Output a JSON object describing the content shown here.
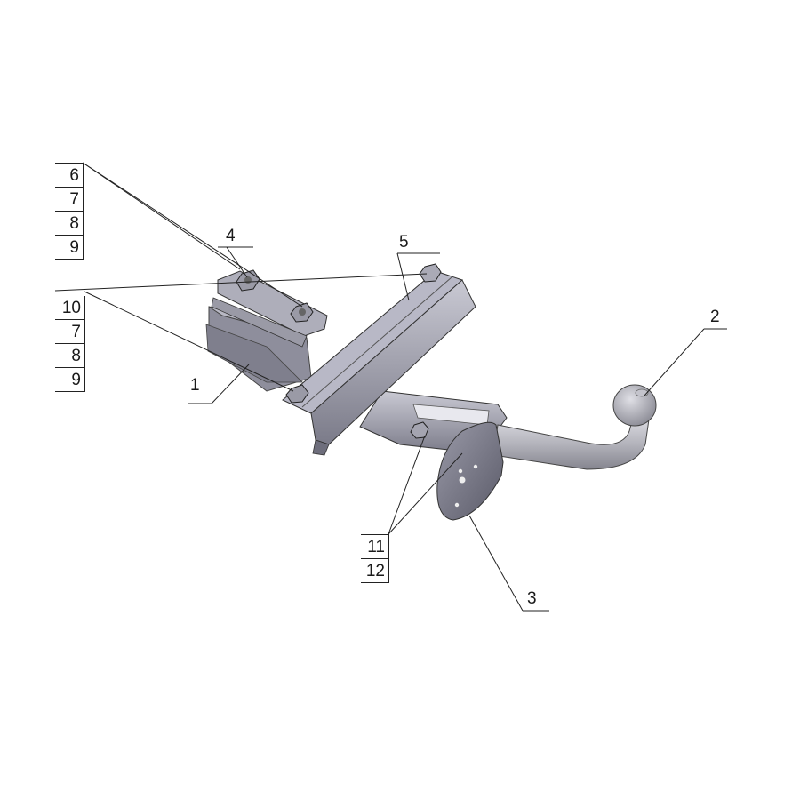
{
  "diagram": {
    "type": "assembly-callout-drawing",
    "subject": "tow hitch assembly",
    "callouts": {
      "stack_top": [
        "6",
        "7",
        "8",
        "9"
      ],
      "stack_mid": [
        "10",
        "7",
        "8",
        "9"
      ],
      "stack_bottom": [
        "11",
        "12"
      ],
      "part_1": "1",
      "part_2": "2",
      "part_3": "3",
      "part_4": "4",
      "part_5": "5"
    },
    "colors": {
      "line": "#222222",
      "metal_light": "#b8b8c4",
      "metal_mid": "#8e8e9c",
      "metal_dark": "#5e5e6c",
      "background": "#ffffff"
    }
  }
}
